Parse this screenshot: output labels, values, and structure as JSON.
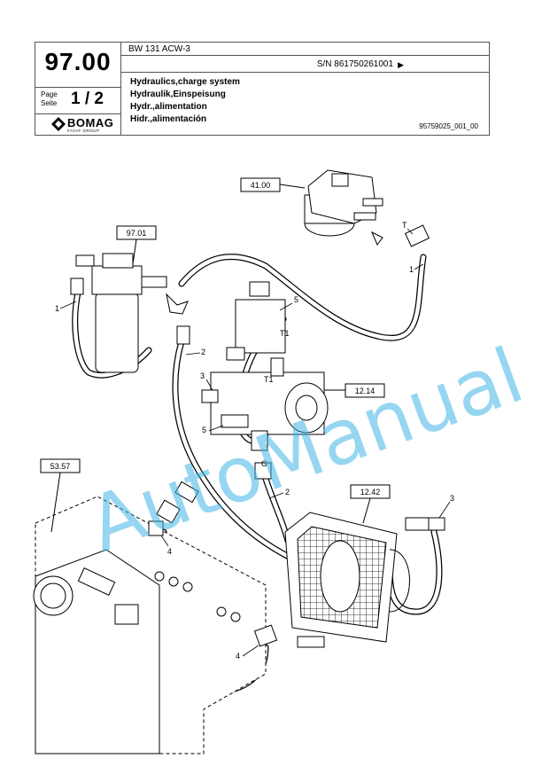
{
  "header": {
    "page_code": "97.00",
    "page_label_en": "Page",
    "page_label_de": "Seite",
    "page_value": "1 / 2",
    "model": "BW 131 ACW-3",
    "serial": "S/N 861750261001",
    "serial_arrow": "▶",
    "titles": [
      "Hydraulics,charge system",
      "Hydraulik,Einspeisung",
      "Hydr.,alimentation",
      "Hidr.,alimentación"
    ],
    "doc_number": "95759025_001_00",
    "brand": "BOMAG",
    "brand_sub": "FAYAT GROUP"
  },
  "diagram": {
    "ref_boxes": {
      "r4100": "41.00",
      "r9701": "97.01",
      "r1214": "12.14",
      "r5357": "53.57",
      "r1242": "12.42"
    },
    "callouts": {
      "c1_right": "1",
      "c1_left": "1",
      "c2_top": "2",
      "c2_mid": "2",
      "c3_left": "3",
      "c3_right": "3",
      "c4_left": "4",
      "c4_bottom": "4",
      "c5_top": "5",
      "c5_left": "5",
      "t_top": "T",
      "t1_a": "T1",
      "t1_b": "T1",
      "g": "G"
    },
    "watermark": "AutoManual"
  }
}
